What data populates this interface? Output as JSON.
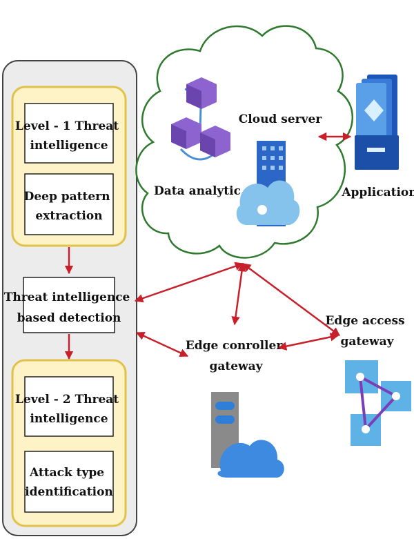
{
  "left_panel": {
    "level1_group": {
      "box1": [
        "Level - 1 Threat",
        "intelligence"
      ],
      "box2": [
        "Deep pattern",
        "extraction"
      ]
    },
    "detection": [
      "Threat intelligence",
      "based detection"
    ],
    "level2_group": {
      "box1": [
        "Level - 2 Threat",
        "intelligence"
      ],
      "box2": [
        "Attack type",
        "identification"
      ]
    }
  },
  "cloud": {
    "data_analytic": "Data analytic",
    "cloud_server": "Cloud server"
  },
  "application": "Application",
  "edge_controller": [
    "Edge conroller",
    "gateway"
  ],
  "edge_access": [
    "Edge access",
    "gateway"
  ],
  "colors": {
    "arrow": "#c8202a",
    "panel_border": "#444444",
    "group_fill": "#fdf3c6",
    "group_border": "#e0c14a",
    "cloud_border": "#2f7a2f",
    "purple": "#7a4fc4",
    "blue": "#3a7fd4",
    "light_blue": "#6ab2e6"
  },
  "icons": [
    "cube-cluster-icon",
    "server-building-icon",
    "application-stack-icon",
    "server-cloud-icon",
    "network-triangle-icon"
  ]
}
